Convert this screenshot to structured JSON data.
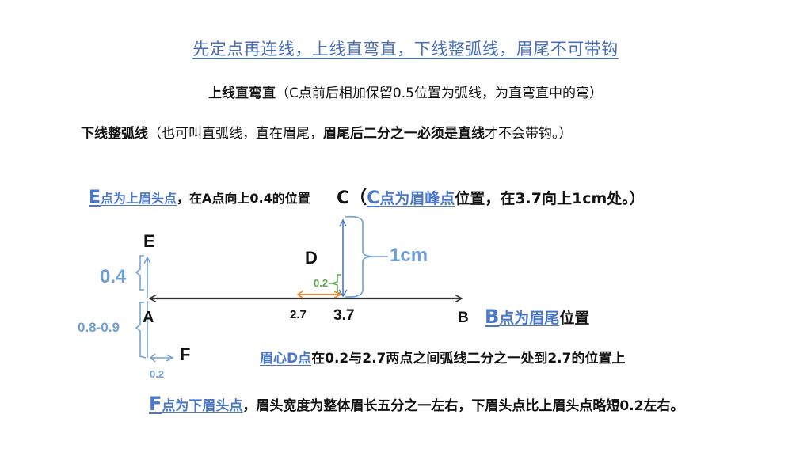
{
  "header": {
    "title": "先定点再连线，上线直弯直，下线整弧线，眉尾不可带钩",
    "upper_line": {
      "label": "上线直弯直",
      "note": "（C点前后相加保留0.5位置为弧线，为直弯直中的弯）"
    },
    "lower_line": {
      "label": "下线整弧线",
      "note": "（也可叫直弧线，直在眉尾，",
      "note_bold": "眉尾后二分之一必须是直线",
      "note_tail": "才不会带钩。）"
    }
  },
  "annotations": {
    "e_point": {
      "letter": "E",
      "highlight": "点为上眉头点",
      "text": "，在A点向上0.4的位置"
    },
    "c_point": {
      "prefix": "C（",
      "letter": "C",
      "highlight": "点为眉峰点",
      "text": "位置，在3.7向上1cm处。）"
    },
    "b_point": {
      "letter": "B",
      "highlight": "点为眉尾",
      "text": "位置"
    },
    "d_point": {
      "highlight": "眉心D点",
      "text": "在0.2与2.7两点之间弧线二分之一处到2.7的位置上"
    },
    "f_point": {
      "letter": "F",
      "highlight": "点为下眉头点",
      "text": "，眉头宽度为整体眉长五分之一左右，下眉头点比上眉头点略短0.2左右。"
    }
  },
  "diagram": {
    "points": {
      "E": "E",
      "A": "A",
      "F": "F",
      "D": "D",
      "C": "C",
      "B": "B"
    },
    "measures": {
      "e_offset": "0.4",
      "a_range": "0.8-0.9",
      "f_offset": "0.2",
      "d_offset": "0.2",
      "c_height": "1cm",
      "tick_27": "2.7",
      "tick_37": "3.7"
    },
    "colors": {
      "blue": "#4a77c8",
      "light_blue": "#6f9fd8",
      "green": "#5aa847",
      "orange": "#e8893a",
      "axis": "#333333"
    }
  }
}
